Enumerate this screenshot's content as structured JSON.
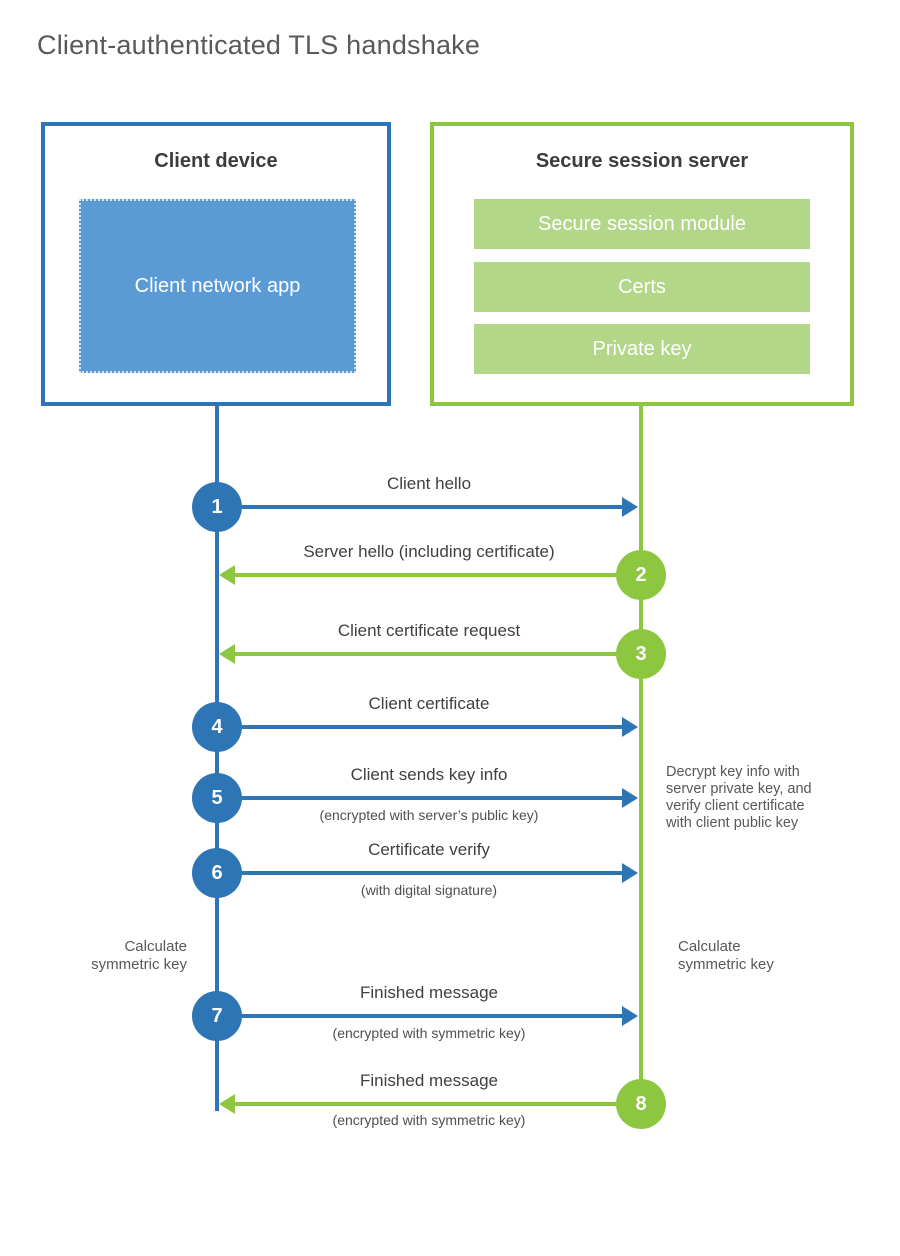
{
  "title": "Client-authenticated TLS handshake",
  "client_box": {
    "heading": "Client device",
    "app_label": "Client network app"
  },
  "server_box": {
    "heading": "Secure session server",
    "modules": [
      "Secure session module",
      "Certs",
      "Private key"
    ]
  },
  "steps": [
    {
      "num": "1",
      "label": "Client hello",
      "direction": "right",
      "color": "blue"
    },
    {
      "num": "2",
      "label": "Server hello (including certificate)",
      "direction": "left",
      "color": "green"
    },
    {
      "num": "3",
      "label": "Client certificate request",
      "direction": "left",
      "color": "green"
    },
    {
      "num": "4",
      "label": "Client certificate",
      "direction": "right",
      "color": "blue"
    },
    {
      "num": "5",
      "label": "Client sends key info",
      "sublabel": "(encrypted with server’s public key)",
      "direction": "right",
      "color": "blue"
    },
    {
      "num": "6",
      "label": "Certificate verify",
      "sublabel": "(with digital signature)",
      "direction": "right",
      "color": "blue"
    },
    {
      "num": "7",
      "label": "Finished message",
      "sublabel": "(encrypted with symmetric key)",
      "direction": "right",
      "color": "blue"
    },
    {
      "num": "8",
      "label": "Finished message",
      "sublabel": "(encrypted with symmetric key)",
      "direction": "left",
      "color": "green"
    }
  ],
  "annotations": {
    "client_calc": "Calculate symmetric key",
    "server_calc": "Calculate symmetric key",
    "server_note": "Decrypt key info with server private key, and verify client certificate with client public key"
  },
  "colors": {
    "blue": "#2e75b6",
    "blue_light": "#5b9bd5",
    "green": "#8dc63f",
    "green_light": "#b3d788"
  }
}
